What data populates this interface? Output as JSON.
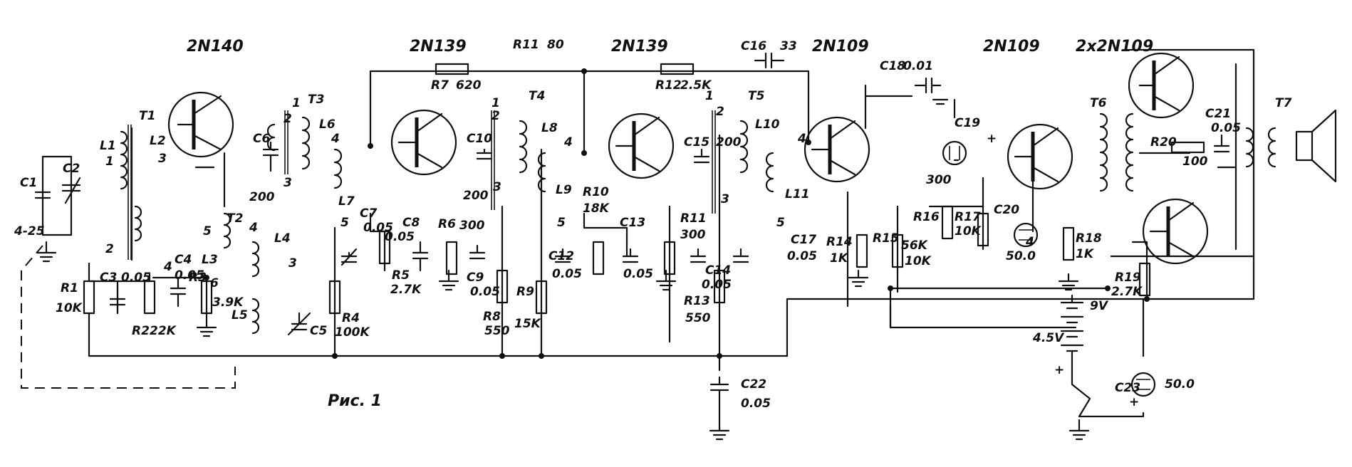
{
  "transistors": {
    "t1": "2N140",
    "t2": "2N139",
    "t3": "2N139",
    "t4": "2N109",
    "t5": "2N109",
    "out": "2x2N109"
  },
  "resistors": {
    "r1": "R1",
    "r1v": "10K",
    "r2": "R2",
    "r2v": "22K",
    "r3": "R3",
    "r3v": "3.9K",
    "r4": "R4",
    "r4v": "100K",
    "r5": "R5",
    "r5v": "2.7K",
    "r6": "R6",
    "r6v": "300",
    "r7": "R7",
    "r7v": "620",
    "r8": "R8",
    "r8v": "550",
    "r9": "R9",
    "r9v": "15K",
    "r10": "R10",
    "r10v": "18K",
    "r11": "R11",
    "r11v": "80",
    "r11b": "R11",
    "r11bv": "300",
    "r12": "R12",
    "r12v": "2.5K",
    "r13": "R13",
    "r13v": "550",
    "r14": "R14",
    "r14v": "1K",
    "r15": "R15",
    "r15v": "10K",
    "r16": "R16",
    "r16v": "56K",
    "r17": "R17",
    "r17v": "10K",
    "r18": "R18",
    "r18v": "1K",
    "r19": "R19",
    "r19v": "2.7K",
    "r20": "R20",
    "r20v": "100"
  },
  "capacitors": {
    "c1": "C1",
    "c1v": "4-25",
    "c2": "C2",
    "c3": "C3",
    "c3v": "0.05",
    "c4": "C4",
    "c4v": "0.05",
    "c5": "C5",
    "c6": "C6",
    "c6v": "200",
    "c7": "C7",
    "c7v": "0.05",
    "c8": "C8",
    "c8v": "0.05",
    "c9": "C9",
    "c9v": "0.05",
    "c10": "C10",
    "c10v": "200",
    "c12": "C12",
    "c12v": "0.05",
    "c13": "C13",
    "c13v": "0.05",
    "c14": "C14",
    "c14v": "0.05",
    "c15": "C15",
    "c15v": "200",
    "c16": "C16",
    "c16v": "33",
    "c17": "C17",
    "c17v": "0.05",
    "c18": "C18",
    "c18v": "0.01",
    "c19": "C19",
    "c19v": "300",
    "c20": "C20",
    "c20v": "50.0",
    "c21": "C21",
    "c21v": "0.05",
    "c22": "C22",
    "c22v": "0.05",
    "c23": "C23",
    "c23v": "50.0"
  },
  "inductors": {
    "l1": "L1",
    "l2": "L2",
    "l3": "L3",
    "l4": "L4",
    "l5": "L5",
    "l6": "L6",
    "l7": "L7",
    "l8": "L8",
    "l9": "L9",
    "l10": "L10",
    "l11": "L11"
  },
  "transformers": {
    "t1": "T1",
    "t2": "T2",
    "t3": "T3",
    "t4": "T4",
    "t5": "T5",
    "t6": "T6",
    "t7": "T7"
  },
  "battery": {
    "v1": "9V",
    "v2": "4.5V"
  },
  "pins": {
    "p1": "1",
    "p2": "2",
    "p3": "3",
    "p4": "4",
    "p5": "5",
    "p6": "6",
    "plus": "+"
  },
  "figure_label": "Рис. 1"
}
